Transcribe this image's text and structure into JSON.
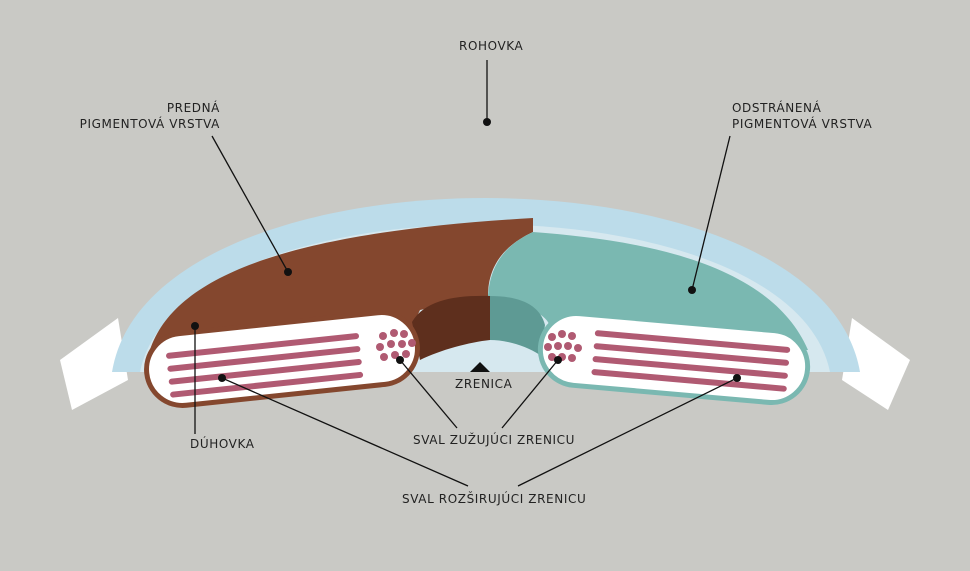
{
  "labels": {
    "cornea": "ROHOVKA",
    "anterior_pigment": [
      "PREDNÁ",
      "PIGMENTOVÁ VRSTVA"
    ],
    "removed_pigment": [
      "ODSTRÁNENÁ",
      "PIGMENTOVÁ VRSTVA"
    ],
    "iris": "DÚHOVKA",
    "pupil": "ZRENICA",
    "sphincter": "SVAL ZUŽUJÚCI ZRENICU",
    "dilator": "SVAL ROZŠIRUJÚCI ZRENICU"
  },
  "colors": {
    "background": "#c9c9c5",
    "cornea_outer": "#bcdcea",
    "cornea_inner": "#d6e8ef",
    "sclera": "#ffffff",
    "iris_brown": "#84472e",
    "iris_brown_dark": "#5e2f1d",
    "iris_teal": "#7ab8b1",
    "iris_teal_dark": "#5e9a94",
    "muscle": "#b05a72",
    "leader": "#111111"
  }
}
